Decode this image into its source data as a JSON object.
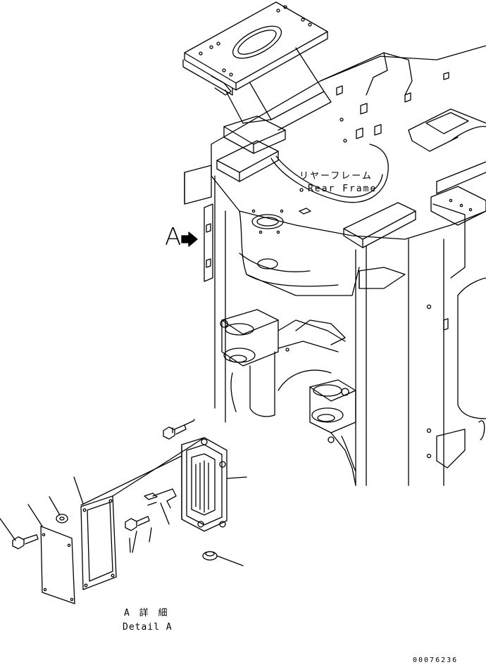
{
  "labels": {
    "rear_frame_jp": "リヤーフレーム",
    "rear_frame_en": "Rear Frame",
    "view_marker": "A",
    "detail_jp": "A 詳 細",
    "detail_en": "Detail A",
    "drawing_number": "00076236"
  },
  "colors": {
    "line": "#000000",
    "background": "#ffffff"
  },
  "icons": {
    "view_arrow": "view-direction-arrow-icon"
  }
}
